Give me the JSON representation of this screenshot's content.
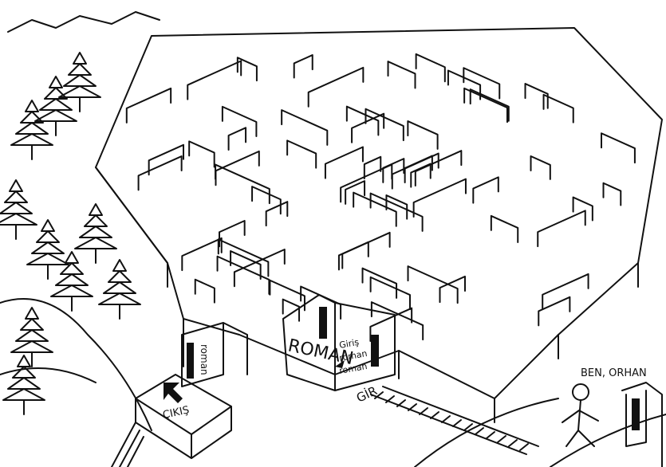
{
  "labels": {
    "wall_left": "roman",
    "wall_big": "ROMAN",
    "sign_lines": [
      "Giriş",
      "roman",
      "roman"
    ],
    "entrance": "GİR",
    "exit": "ÇIKIŞ",
    "author": "BEN, ORHAN"
  },
  "colors": {
    "ink": "#111111",
    "paper": "#ffffff"
  }
}
